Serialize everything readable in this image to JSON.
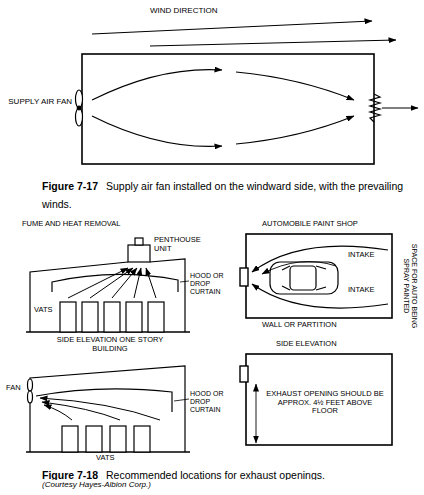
{
  "diagram": {
    "labels": [
      "WIND DIRECTION",
      "SUPPLY AIR FAN",
      "Figure 7-17",
      "Supply air fan installed on the windward side, with the prevailing winds.",
      "FUME AND HEAT REMOVAL",
      "AUTOMOBILE PAINT SHOP",
      "PENTHOUSE UNIT",
      "INTAKE",
      "HOOD OR DROP CURTAIN",
      "SPACE FOR AUTO BEING SPRAY PAINTED",
      "VATS",
      "INTAKE",
      "SIDE ELEVATION ONE STORY BUILDING",
      "WALL OR PARTITION",
      "FAN",
      "HOOD OR DROP CURTAIN",
      "EXHAUST OPENING SHOULD BE APPROX. 4½ FEET ABOVE FLOOR",
      "VATS",
      "SIDE ELEVATION",
      "Figure 7-18",
      "Recommended locations for exhaust openings.",
      "(Courtesy Hayes-Albion Corp.)"
    ]
  }
}
